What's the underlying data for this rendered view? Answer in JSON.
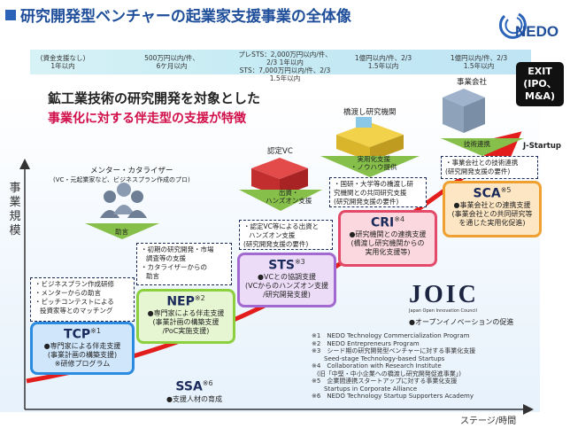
{
  "title": "研究開発型ベンチャーの起業家支援事業の全体像",
  "logo": {
    "text": "NEDO"
  },
  "stages": [
    {
      "line1": "(資金支援なし)",
      "line2": "1年以内"
    },
    {
      "line1": "500万円以内/件、",
      "line2": "6ケ月以内"
    },
    {
      "line1": "プレSTS：2,000万円以内/件、",
      "line2": "2/3 1年以内",
      "line3": "STS：7,000万円以内/件、2/3",
      "line4": "1.5年以内"
    },
    {
      "line1": "1億円以内/件、2/3",
      "line2": "1.5年以内"
    },
    {
      "line1": "1億円以内/件、2/3",
      "line2": "1.5年以内"
    }
  ],
  "exit": {
    "line1": "EXIT",
    "line2": "(IPO、",
    "line3": "M&A)"
  },
  "callout": {
    "line1": "鉱工業技術の研究開発を対象とした",
    "line2": "事業化に対する伴走型の支援が特徴"
  },
  "axis": {
    "y": [
      "事",
      "業",
      "規",
      "模"
    ],
    "x": "ステージ/時間"
  },
  "actors": {
    "mentor_title": "メンター・カタライザー",
    "mentor_sub": "(VC・元起業家など、ビジネスプラン作成のプロ)",
    "mentor_arrow": "助言",
    "vc_title": "認定VC",
    "vc_arrow1": "出資・",
    "vc_arrow2": "ハンズオン支援",
    "inst_title": "橋渡し研究機関",
    "inst_arrow1": "実用化支援",
    "inst_arrow2": "・ノウハウ提供",
    "company_title": "事業会社",
    "company_arrow": "技術連携",
    "jstartup": "J-Startup"
  },
  "dashed": {
    "tcp": [
      "・ビジネスプラン作成研修",
      "・メンターからの助言",
      "・ピッチコンテストによる",
      "投資家等とのマッチング"
    ],
    "nep": [
      "・初期の研究開発・市場",
      "調査等の支援",
      "・カタライザーからの",
      "助言"
    ],
    "sts": [
      "・認定VC等による出資と",
      "ハンズオン支援",
      "(研究開発支援の要件)"
    ],
    "cri": [
      "・国研・大学等の橋渡し研",
      "究機関との共同研究支援",
      "(研究開発支援の要件)"
    ],
    "sca": [
      "・事業会社との技術連携",
      "(研究開発支援の要件)"
    ]
  },
  "programs": {
    "tcp": {
      "name": "TCP",
      "sup": "※1",
      "desc": [
        "●専門家による伴走支援",
        "(事業計画の構築支援)",
        "※研修プログラム"
      ]
    },
    "nep": {
      "name": "NEP",
      "sup": "※2",
      "desc": [
        "●専門家による伴走支援",
        "(事業計画の構築支援",
        "/PoC実施支援)"
      ]
    },
    "sts": {
      "name": "STS",
      "sup": "※3",
      "desc": [
        "●VCとの協調支援",
        "(VCからのハンズオン支援",
        "/研究開発支援)"
      ]
    },
    "cri": {
      "name": "CRI",
      "sup": "※4",
      "desc": [
        "●研究機関との連携支援",
        "(橋渡し研究機関からの",
        "実用化支援等)"
      ]
    },
    "sca": {
      "name": "SCA",
      "sup": "※5",
      "desc": [
        "●事業会社との連携支援",
        "(事業会社との共同研究等",
        "を通じた実用化促進)"
      ]
    },
    "ssa": {
      "name": "SSA",
      "sup": "※6",
      "desc": [
        "●支援人材の育成"
      ]
    }
  },
  "joic": {
    "logo": "JOIC",
    "sub": "Japan Open Innovation Council",
    "caption": "●オープンイノベーションの促進"
  },
  "notes": [
    "※1　NEDO Technology Commercialization Program",
    "※2　NEDO Entrepreneurs Program",
    "※3　シード期の研究開発型ベンチャーに対する事業化支援",
    "Seed-stage Technology-based Startups",
    "※4　Collaboration with Research Institute",
    "(旧「中堅・中小企業への橋渡し研究開発促進事業」)",
    "※5　企業間連携スタートアップに対する事業化支援",
    "Startups in Corporate Alliance",
    "※6　NEDO Technology Startup Supporters Academy"
  ],
  "colors": {
    "tcp_border": "#2a8be0",
    "tcp_fill": "#cfe6fb",
    "nep_border": "#8ccf3f",
    "nep_fill": "#e6f5d2",
    "sts_border": "#a26ad0",
    "sts_fill": "#ecdcf7",
    "cri_border": "#e34a6a",
    "cri_fill": "#fbd8df",
    "sca_border": "#f0a030",
    "sca_fill": "#fde6c4",
    "curve": "#e31c1c",
    "title": "#1f4e9a"
  }
}
